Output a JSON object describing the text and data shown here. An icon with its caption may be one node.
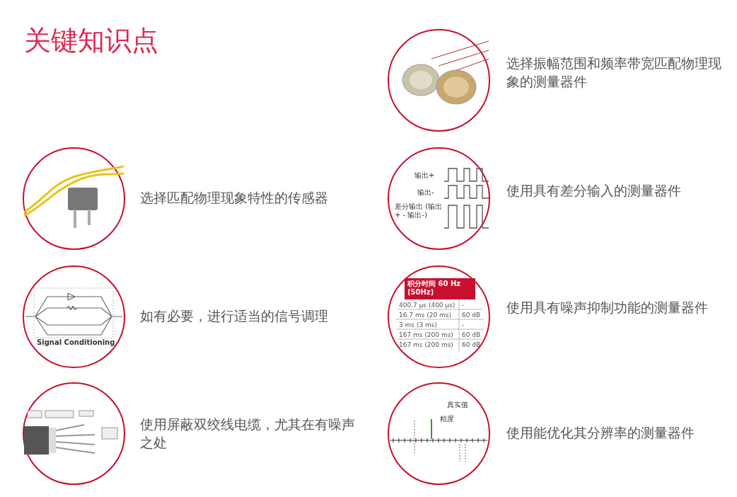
{
  "diagram": {
    "title": "关键知识点",
    "nodes": [
      {
        "text": [],
        "shape": "picture",
        "beside": [
          "选择匹配物理现象特性的传感器"
        ]
      },
      {
        "text": [],
        "shape": "picture",
        "beside": [
          "如有必要，进行适当的信号调理"
        ]
      },
      {
        "text": [],
        "shape": "picture",
        "beside": [
          "使用屏蔽双绞线电缆，尤其在有噪声之处"
        ]
      },
      {
        "text": [],
        "shape": "picture",
        "beside": [
          "选择振幅范围和频率带宽匹配物理现象的测量器件"
        ]
      },
      {
        "text": [],
        "shape": "picture",
        "beside": [
          "使用具有差分输入的测量器件"
        ]
      },
      {
        "text": [],
        "shape": "picture",
        "beside": [
          "使用具有噪声抑制功能的测量器件"
        ]
      },
      {
        "text": [],
        "shape": "picture",
        "beside": [
          "使用能优化其分辨率的测量器件"
        ]
      }
    ],
    "labels": [
      "Signal Conditioning",
      "输出+",
      "输出-",
      "差分输出 (输出+ - 输出-)",
      "积分时间 60 Hz (50Hz)",
      "400.7 µs (400 µs)",
      "-",
      "16.7 ms (20 ms)",
      "60 dB",
      "3 ms (3 ms)",
      "-",
      "167 ms (200 ms)",
      "60 dB",
      "167 ms (200 ms)",
      "60 dB",
      "真实值",
      "精度"
    ]
  }
}
